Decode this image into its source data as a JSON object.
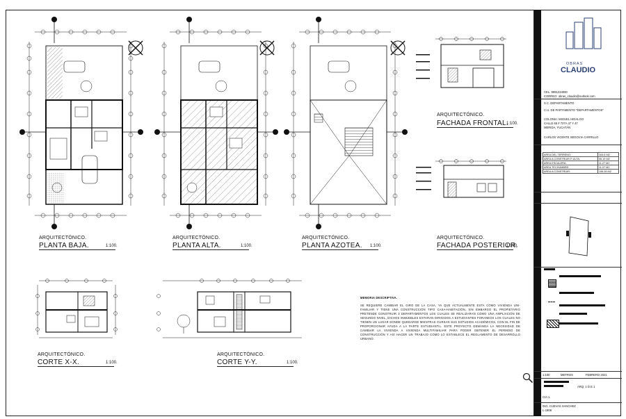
{
  "drawings": {
    "planta_baja": {
      "category": "ARQUITECTÓNICO.",
      "title": "PLANTA BAJA.",
      "scale": "1:100."
    },
    "planta_alta": {
      "category": "ARQUITECTÓNICO.",
      "title": "PLANTA ALTA.",
      "scale": "1:100."
    },
    "planta_azotea": {
      "category": "ARQUITECTÓNICO.",
      "title": "PLANTA AZOTEA.",
      "scale": "1:100."
    },
    "fachada_frontal": {
      "category": "ARQUITECTÓNICO.",
      "title": "FACHADA FRONTAL.",
      "scale": "1:100."
    },
    "fachada_posterior": {
      "category": "ARQUITECTÓNICO.",
      "title": "FACHADA POSTERIOR.",
      "scale": "1:100."
    },
    "corte_xx": {
      "category": "ARQUITECTÓNICO.",
      "title": "CORTE X-X.",
      "scale": "1:100."
    },
    "corte_yy": {
      "category": "ARQUITECTÓNICO.",
      "title": "CORTE Y-Y.",
      "scale": "1:100."
    }
  },
  "description": {
    "heading": "MEMORIA DESCRIPTIVA.",
    "body": "SE REQUIERE CAMBIAR EL GIRO DE LA CASA, YA QUE ACTUALMENTE ESTA COMO VIVIENDA UNI-FAMILIAR Y TIENE UNA CONSTRUCCIÓN TIPO CASA-HABITACIÓN, SIN EMBARGO EL PROPIETARIO PRETENDE CONSTRUIR 3 DEPARTAMENTOS LOS CUALES SE REALIZARAN COMO UNA AMPLIACIÓN DE SEGUNDO NIVEL, DICHOS INMUEBLES ESTARAN DIRIGIDOS A ESTUDIANTES FORANEOS LOS CUALES NO TIENEN UN LUGAR DONDE QUEDARSE MIENTRAS CURSAN SUS ESTUDIOS ACADÉMICOS, CON EL FIN DE PROPORCIONAR AYUDA A LA PARTE ESTUDIANTIL. ESTE PROYECTO DEMANDA LA NECESIDAD DE CAMBIAR LA VIVIENDA A VIVIENDA MULTIFAMILIAR PARA PODER OBTENER EL PERMISO DE CONSTRUCCIÓN Y ASÍ HACER UN TRABAJO COMO LO ESTABLECE EL REGLAMENTO DE DESARROLLO URBANO."
  },
  "title_block": {
    "brand_top": "OBRAS",
    "brand_name": "CLAUDIO",
    "contact_cel": "CEL. 9991234000",
    "contact_email": "CORREO: obras_claudio@outlook.com",
    "project_type": "S.C. DEPARTAMENTO",
    "project_name": "C.U. DE PARTAMENTO \"DEPARTAMENTOS\"",
    "address_1": "COLONIA: MIGUEL HIDALGO",
    "address_2": "CALLE 65 # 727A 47 Y 47",
    "address_3": "MERIDA, YUCATÁN",
    "owner": "CARLOS VICENTE SEGOVIA CARRILLO",
    "areas": [
      {
        "label": "AREA DEL TERRENO:",
        "value": "163.6 M2"
      },
      {
        "label": "AREA A CONSTRUIR P. ALTA:",
        "value": "95.19 M2"
      },
      {
        "label": "AREA ESCALERA:",
        "value": "11.27 M2"
      },
      {
        "label": "AREA TECHUMBRE:",
        "value": "11.07 M2"
      },
      {
        "label": "AREA A CONSTRUIR:",
        "value": "106.26 M2"
      }
    ],
    "scale": "1:100",
    "units": "METROS",
    "date": "FEBRERO 2021",
    "sheet": "ARQ. 1 D E 1",
    "drawn_by": "CIA 1.",
    "reviewed": "ING. CUEVAS SANCHEZ",
    "reviewed_sub": "L-1908"
  },
  "icons": {
    "north": "north-arrow-icon",
    "zoom": "magnifier-icon"
  },
  "colors": {
    "ink": "#111111",
    "brand": "#2a3f73"
  }
}
